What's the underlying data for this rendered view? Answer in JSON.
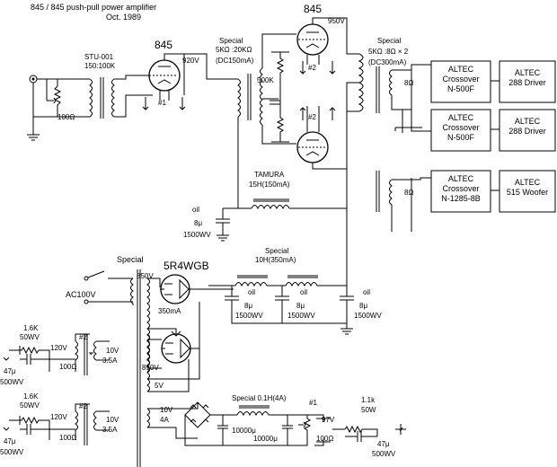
{
  "title": "845 / 845 push-pull power amplifier",
  "date": "Oct. 1989",
  "input": {
    "transformer_name": "STU-001",
    "transformer_ratio": "150:100K",
    "pot": "100Ω"
  },
  "driver": {
    "tube": "845",
    "plate_voltage": "920V",
    "ref": "#1"
  },
  "interstage": {
    "label": "Special",
    "spec": "5KΩ :20KΩ",
    "current": "(DC150mA)",
    "resistor": "500K",
    "ref_upper": "#2",
    "ref_lower": "#2"
  },
  "output_stage": {
    "tube": "845",
    "plate_voltage": "950V"
  },
  "output_transformer": {
    "label": "Special",
    "spec": "5KΩ :8Ω × 2",
    "current": "(DC300mA)",
    "tap_upper": "8Ω",
    "tap_lower": "8Ω"
  },
  "choke1": {
    "name": "TAMURA",
    "spec": "15H(150mA)"
  },
  "cap1": {
    "type": "oil",
    "value": "8μ",
    "rating": "1500WV"
  },
  "speakers": [
    {
      "crossover_brand": "ALTEC",
      "crossover_line2": "Crossover",
      "crossover_model": "N-500F",
      "driver_brand": "ALTEC",
      "driver_model": "288 Driver"
    },
    {
      "crossover_brand": "ALTEC",
      "crossover_line2": "Crossover",
      "crossover_model": "N-500F",
      "driver_brand": "ALTEC",
      "driver_model": "288 Driver"
    },
    {
      "crossover_brand": "ALTEC",
      "crossover_line2": "Crossover",
      "crossover_model": "N-1285-8B",
      "driver_brand": "ALTEC",
      "driver_model": "515 Woofer"
    }
  ],
  "power_supply": {
    "transformer_label": "Special",
    "ac": "AC100V",
    "hv_upper": "850V",
    "hv_lower": "850V",
    "rectifier": "5R4WGB",
    "rect_current": "350mA",
    "rect_heater": "5V",
    "choke_label": "Special",
    "choke_spec": "10H(350mA)",
    "cap_type": "oil",
    "cap_value": "8μ",
    "cap_rating": "1500WV"
  },
  "heater1": {
    "r_value": "1.6K",
    "r_watt": "50WV",
    "cap": "47μ",
    "cap_rating": "500WV",
    "voltage": "120V",
    "ref": "#2",
    "pot": "100Ω",
    "out": "10V",
    "out_current": "3.5A"
  },
  "heater2": {
    "r_value": "1.6K",
    "r_watt": "50WV",
    "cap": "47μ",
    "cap_rating": "500WV",
    "voltage": "120V",
    "ref": "#2",
    "pot": "100Ω",
    "out": "10V",
    "out_current": "3.5A"
  },
  "driver_heater": {
    "secondary": "10V",
    "secondary_current": "4A",
    "choke": "Special 0.1H(4A)",
    "cap_a": "10000μ",
    "cap_b": "10000μ",
    "ref": "#1",
    "out": "97V",
    "pot": "100Ω",
    "r_value": "1.1k",
    "r_watt": "50W",
    "cap": "47μ",
    "cap_rating": "500WV"
  }
}
